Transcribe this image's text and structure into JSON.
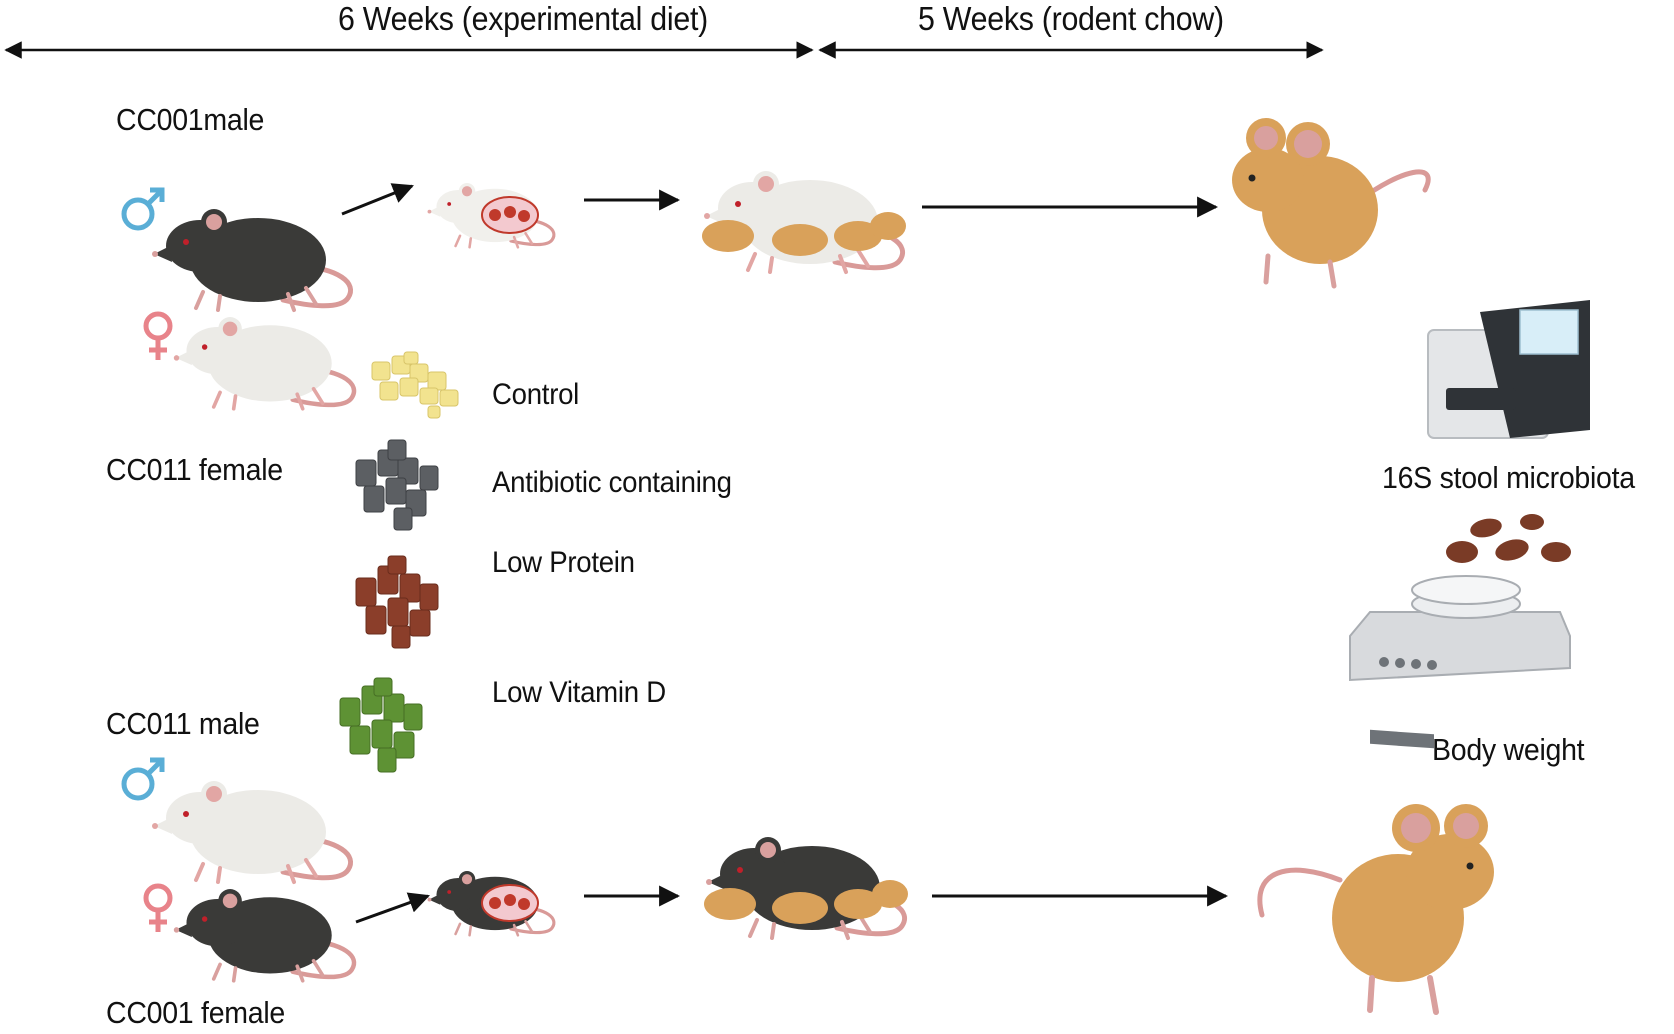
{
  "timeline": {
    "phase1": "6 Weeks (experimental diet)",
    "phase2": "5 Weeks (rodent chow)"
  },
  "crosses": {
    "top_male": "CC001male",
    "top_female": "CC011 female",
    "bottom_male": "CC011 male",
    "bottom_female": "CC001 female"
  },
  "diets": [
    {
      "label": "Control",
      "color": "#f2e38f"
    },
    {
      "label": "Antibiotic containing",
      "color": "#5c5f63"
    },
    {
      "label": "Low Protein",
      "color": "#8b3e2a"
    },
    {
      "label": "Low Vitamin D",
      "color": "#5e9234"
    }
  ],
  "measurements": {
    "microbiota": "16S stool microbiota",
    "weight": "Body weight"
  },
  "colors": {
    "male_symbol": "#5aaed6",
    "female_symbol": "#e8838a",
    "black_mouse": "#3a3a38",
    "white_mouse": "#ecebe7",
    "pup": "#d9a15a",
    "tail": "#d99a98"
  },
  "icons": [
    "male-symbol-icon",
    "female-symbol-icon",
    "mouse-icon",
    "pregnant-mouse-icon",
    "mother-with-pups-icon",
    "sequencer-icon",
    "stool-pellets-icon",
    "scale-icon"
  ]
}
